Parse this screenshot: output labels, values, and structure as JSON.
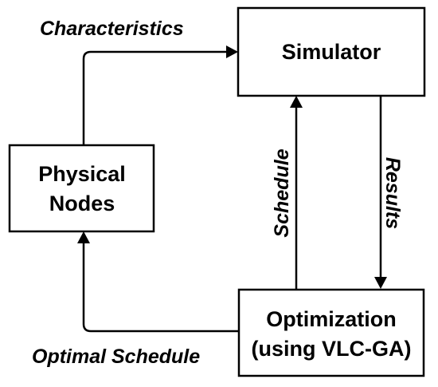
{
  "nodes": {
    "simulator": {
      "label": "Simulator"
    },
    "physical_nodes": {
      "line1": "Physical",
      "line2": "Nodes"
    },
    "optimization": {
      "line1": "Optimization",
      "line2": "(using VLC-GA)"
    }
  },
  "edges": {
    "characteristics": {
      "label": "Characteristics"
    },
    "schedule": {
      "label": "Schedule"
    },
    "results": {
      "label": "Results"
    },
    "optimal_schedule": {
      "label": "Optimal Schedule"
    }
  }
}
